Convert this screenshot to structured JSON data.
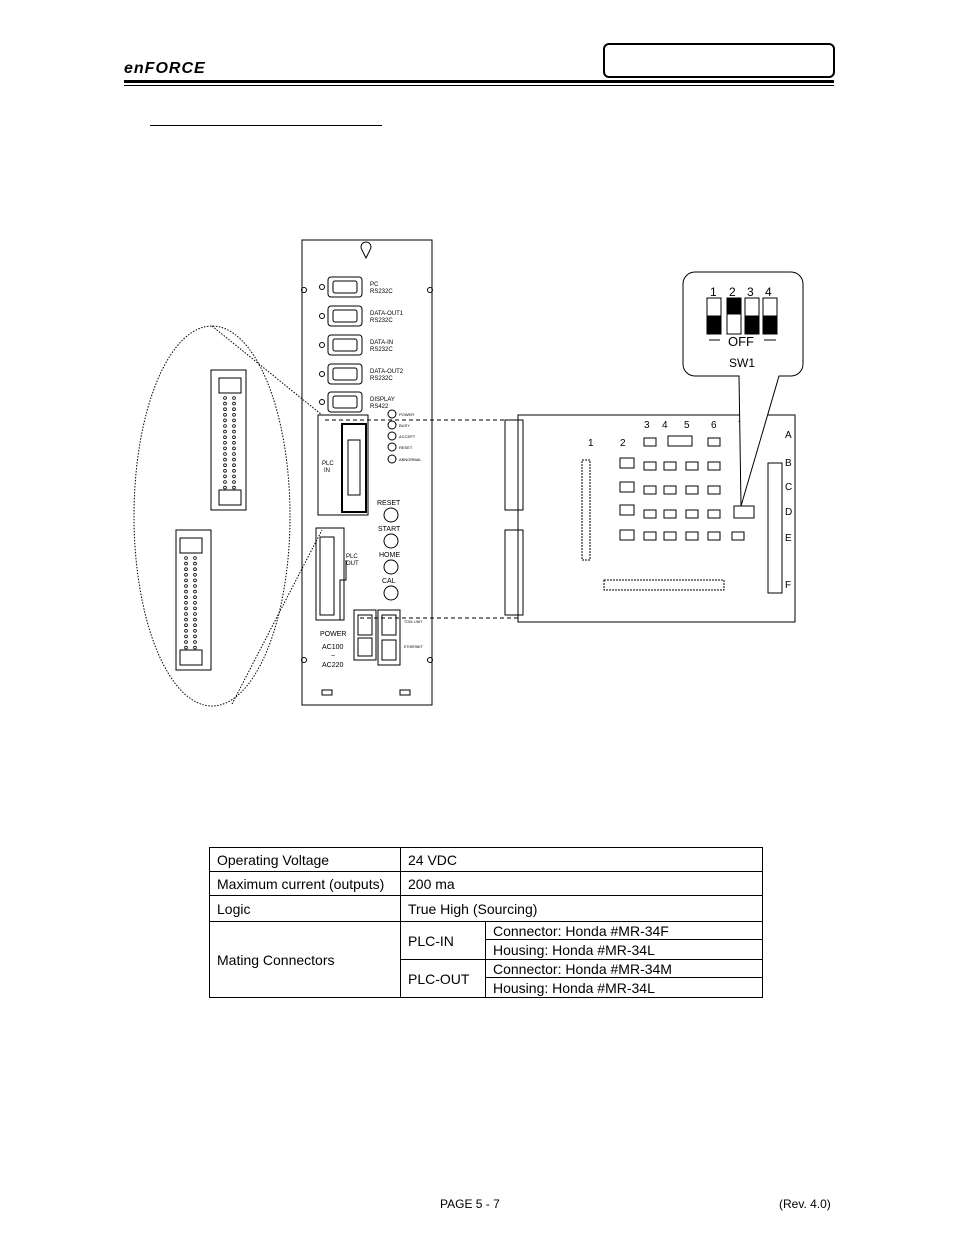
{
  "header": {
    "logo": "enFORCE"
  },
  "figure": {
    "switch_numbers": [
      "1",
      "2",
      "3",
      "4"
    ],
    "switch_off_label": "OFF",
    "switch_label": "SW1",
    "port_labels": [
      [
        "PC",
        "RS232C"
      ],
      [
        "DATA-OUT1",
        "RS232C"
      ],
      [
        "DATA-IN",
        "RS232C"
      ],
      [
        "DATA-OUT2",
        "RS232C"
      ],
      [
        "DISPLAY",
        "RS422"
      ]
    ],
    "led_labels": [
      "POWER",
      "BUSY",
      "ACCEPT",
      "RESET",
      "ABNORMAL"
    ],
    "plc_in": [
      "PLC",
      "IN"
    ],
    "plc_out": [
      "PLC",
      "OUT"
    ],
    "reset_label": "RESET",
    "start_label": "START",
    "home_label": "HOME",
    "cal_label": "CAL",
    "power_label": "POWER",
    "ac_labels": [
      "AC100",
      "~",
      "AC220"
    ],
    "aux_labels": [
      "TOOL UNIT",
      "ETHERNET"
    ],
    "board_columns": [
      "1",
      "2",
      "3",
      "4",
      "5",
      "6",
      "7"
    ],
    "board_rows": [
      "A",
      "B",
      "C",
      "D",
      "E",
      "F"
    ]
  },
  "spec_table": {
    "rows": [
      {
        "label": "Operating Voltage",
        "value": "24 VDC"
      },
      {
        "label": "Maximum current (outputs)",
        "value": "200 ma"
      },
      {
        "label": "Logic",
        "value": "True High (Sourcing)"
      }
    ],
    "mating": {
      "label": "Mating Connectors",
      "plc_in": {
        "name": "PLC-IN",
        "connector": "Connector: Honda #MR-34F",
        "housing": "Housing: Honda #MR-34L"
      },
      "plc_out": {
        "name": "PLC-OUT",
        "connector": "Connector: Honda #MR-34M",
        "housing": "Housing: Honda #MR-34L"
      }
    }
  },
  "footer": {
    "page": "PAGE 5 - 7",
    "rev": "(Rev. 4.0)"
  }
}
